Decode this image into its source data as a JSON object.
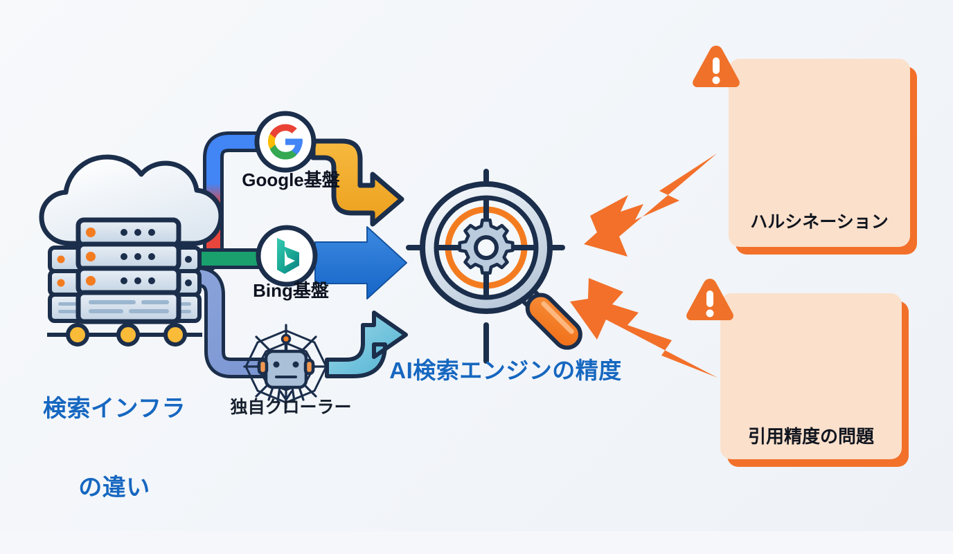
{
  "diagram": {
    "title": "AI検索エンジンの精度",
    "background_color": "#f5f7fa",
    "source": {
      "label_line1": "検索インフラ",
      "label_line2": "の違い",
      "label_color": "#1667c0",
      "icon": "cloud-server-stack-icon"
    },
    "branches": [
      {
        "id": "google",
        "label": "Google基盤",
        "icon": "google-logo-icon",
        "pipe_color_start": "#e8453c",
        "pipe_color_end": "#4285f4",
        "arrow_color": "#f0a828"
      },
      {
        "id": "bing",
        "label": "Bing基盤",
        "icon": "bing-logo-icon",
        "pipe_color_start": "#1aa06d",
        "pipe_color_end": "#1aa06d",
        "arrow_color": "#2278d4"
      },
      {
        "id": "crawler",
        "label": "独自クローラー",
        "icon": "spider-web-robot-icon",
        "pipe_color_start": "#7f9ad6",
        "pipe_color_end": "#8aa4da",
        "arrow_color": "#5cbdd9"
      }
    ],
    "center": {
      "label": "AI検索エンジンの精度",
      "label_color": "#1667c0",
      "icon": "target-crosshair-magnifier-icon",
      "accent_color": "#f47c20"
    },
    "issues": [
      {
        "id": "hallucination",
        "title": "ハルシネーション",
        "icon": "brain-ghost-speech-bubbles-icon",
        "warning_icon": "warning-triangle-icon",
        "card_fill": "#fbe0cb",
        "card_shadow": "#f2702a",
        "arrow_icon": "lightning-arrow-left-icon",
        "arrow_color": "#f2702a"
      },
      {
        "id": "citation",
        "title": "引用精度の問題",
        "icon": "open-book-broken-link-question-icon",
        "warning_icon": "warning-triangle-icon",
        "card_fill": "#fbe0cb",
        "card_shadow": "#f2702a",
        "arrow_icon": "lightning-arrow-upleft-icon",
        "arrow_color": "#f2702a"
      }
    ]
  }
}
